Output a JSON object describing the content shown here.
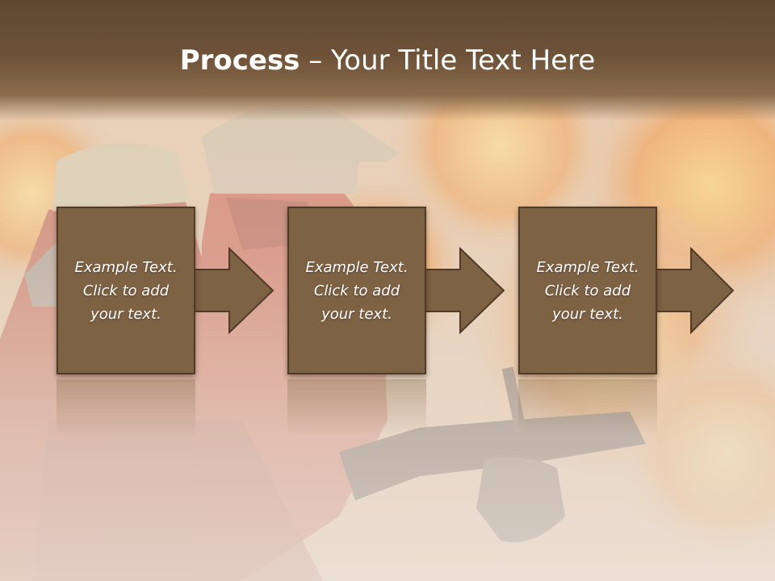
{
  "slide": {
    "title_bold": "Process",
    "title_rest": " – Your Title Text Here",
    "steps": [
      {
        "text": "Example Text.\nClick  to add\nyour text."
      },
      {
        "text": "Example Text.\nClick  to add\nyour text."
      },
      {
        "text": "Example Text.\nClick  to add\nyour text."
      }
    ]
  },
  "colors": {
    "title_band": "#6d5238",
    "box_fill": "#7d6244",
    "box_border": "#4f3b27",
    "text": "#ffffff"
  },
  "background_icon": "firefighters-fire-photo"
}
